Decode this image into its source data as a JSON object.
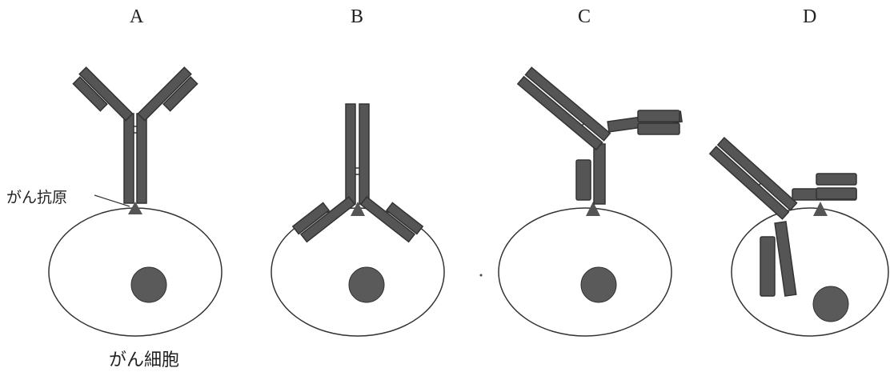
{
  "panels": [
    {
      "label": "A"
    },
    {
      "label": "B"
    },
    {
      "label": "C"
    },
    {
      "label": "D"
    }
  ],
  "annotations": {
    "antigen_label": "がん抗原",
    "cell_label": "がん細胞"
  },
  "colors": {
    "antibody": "#555555",
    "outline": "#333333",
    "nucleus": "#5a5a5a",
    "cell_fill": "#ffffff"
  }
}
